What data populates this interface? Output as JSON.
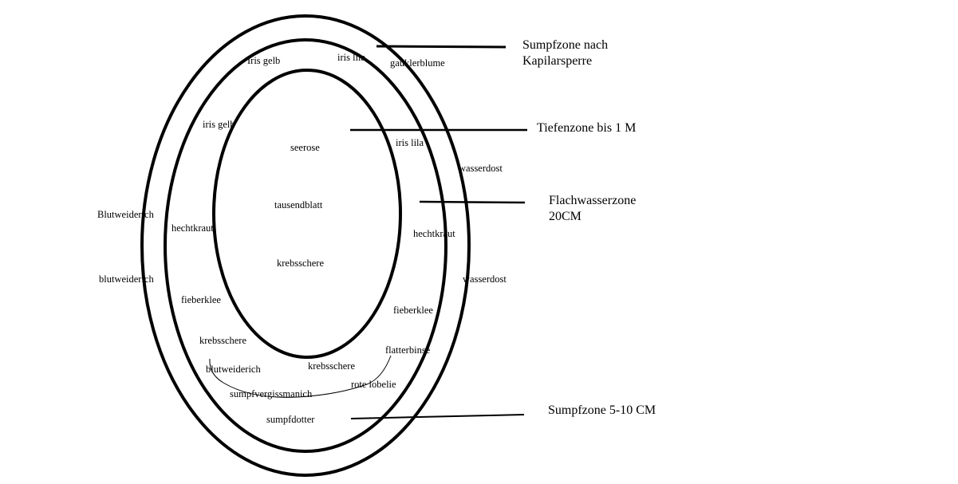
{
  "colors": {
    "stroke": "#000000",
    "background": "#ffffff",
    "text": "#000000"
  },
  "zones": {
    "sumpf_kapilar": {
      "line1": "Sumpfzone nach",
      "line2": "Kapilarsperre"
    },
    "tiefen": {
      "line1": "Tiefenzone bis 1 M"
    },
    "flach": {
      "line1": "Flachwasserzone",
      "line2": "20CM"
    },
    "sumpf_5_10": {
      "line1": "Sumpfzone 5-10 CM"
    }
  },
  "plants": {
    "p01": "Iris gelb",
    "p02": "iris lila",
    "p03": "gauklerblume",
    "p04": "iris gelb",
    "p05": "seerose",
    "p06": "iris lila",
    "p07": "wasserdost",
    "p08": "Blutweiderich",
    "p09": "hechtkraut",
    "p10": "tausendblatt",
    "p11": "hechtkraut",
    "p12": "krebsschere",
    "p13": "blutweiderich",
    "p14": "wasserdost",
    "p15": "fieberklee",
    "p16": "fieberklee",
    "p17": "krebsschere",
    "p18": "flatterbinse",
    "p19": "blutweiderich",
    "p20": "krebsschere",
    "p21": "rote lobelie",
    "p22": "sumpfvergissmanich",
    "p23": "sumpfdotter"
  }
}
